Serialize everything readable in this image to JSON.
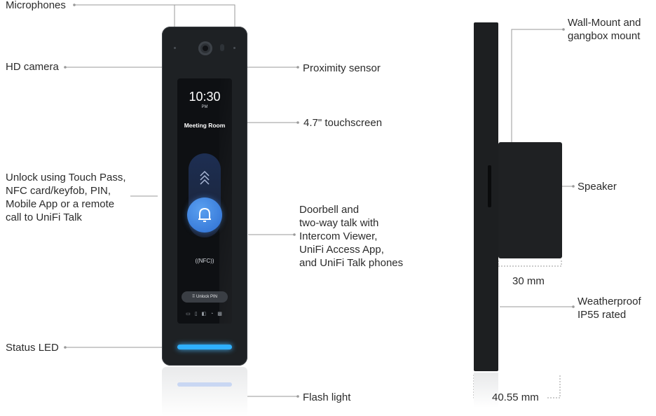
{
  "callouts": {
    "microphones": "Microphones",
    "hd_camera": "HD camera",
    "proximity_sensor": "Proximity sensor",
    "touchscreen": "4.7\" touchscreen",
    "unlock": [
      "Unlock using Touch Pass,",
      "NFC card/keyfob, PIN,",
      "Mobile App or a remote",
      "call to UniFi Talk"
    ],
    "doorbell": [
      "Doorbell and",
      "two-way talk with",
      "Intercom Viewer,",
      "UniFi Access  App,",
      "and UniFi Talk phones"
    ],
    "status_led": "Status LED",
    "flash_light": "Flash light",
    "wall_mount": [
      "Wall-Mount and",
      "gangbox mount"
    ],
    "speaker": "Speaker",
    "depth": "30 mm",
    "weatherproof": [
      "Weatherproof",
      "IP55 rated"
    ],
    "width": "40.55 mm"
  },
  "screen": {
    "time": "10:30",
    "ampm": "PM",
    "room": "Meeting Room",
    "nfc": "((NFC))",
    "unlock_button": "Unlock PIN"
  }
}
